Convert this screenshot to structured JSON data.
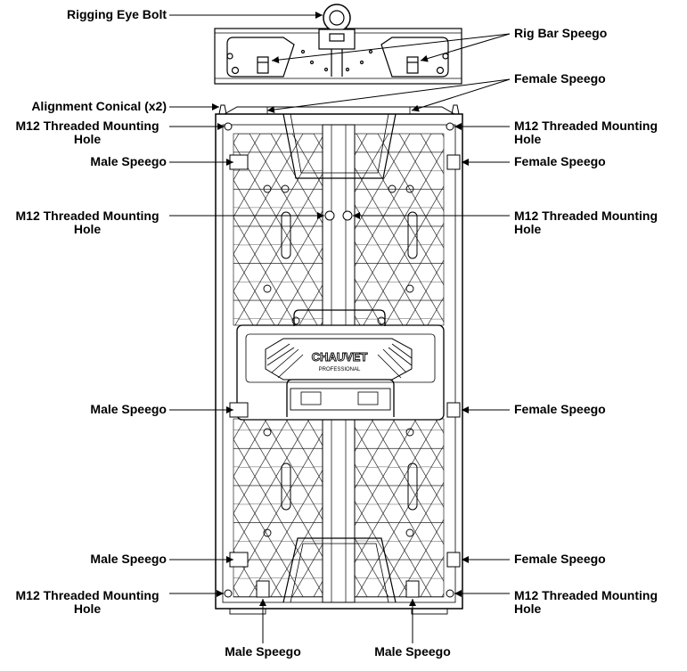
{
  "labels": {
    "rigging_eye_bolt": "Rigging Eye Bolt",
    "rig_bar_speego": "Rig Bar Speego",
    "female_speego_top": "Female Speego",
    "alignment_conical": "Alignment Conical (x2)",
    "m12_top_left": [
      "M12 Threaded Mounting",
      "Hole"
    ],
    "m12_top_right": [
      "M12 Threaded Mounting",
      "Hole"
    ],
    "male_speego_1": "Male Speego",
    "female_speego_1": "Female Speego",
    "m12_mid_left": [
      "M12 Threaded Mounting",
      "Hole"
    ],
    "m12_mid_right": [
      "M12 Threaded Mounting",
      "Hole"
    ],
    "male_speego_2": "Male Speego",
    "female_speego_2": "Female Speego",
    "male_speego_3": "Male Speego",
    "female_speego_3": "Female Speego",
    "m12_bottom_left": [
      "M12 Threaded Mounting",
      "Hole"
    ],
    "m12_bottom_right": [
      "M12 Threaded Mounting",
      "Hole"
    ],
    "male_speego_bottom_left": "Male Speego",
    "male_speego_bottom_right": "Male Speego"
  },
  "logo_text": [
    "CHAUVET",
    "PROFESSIONAL"
  ],
  "colors": {
    "line": "#000000",
    "background": "#ffffff",
    "hex_fill": "#f2f2f2"
  }
}
